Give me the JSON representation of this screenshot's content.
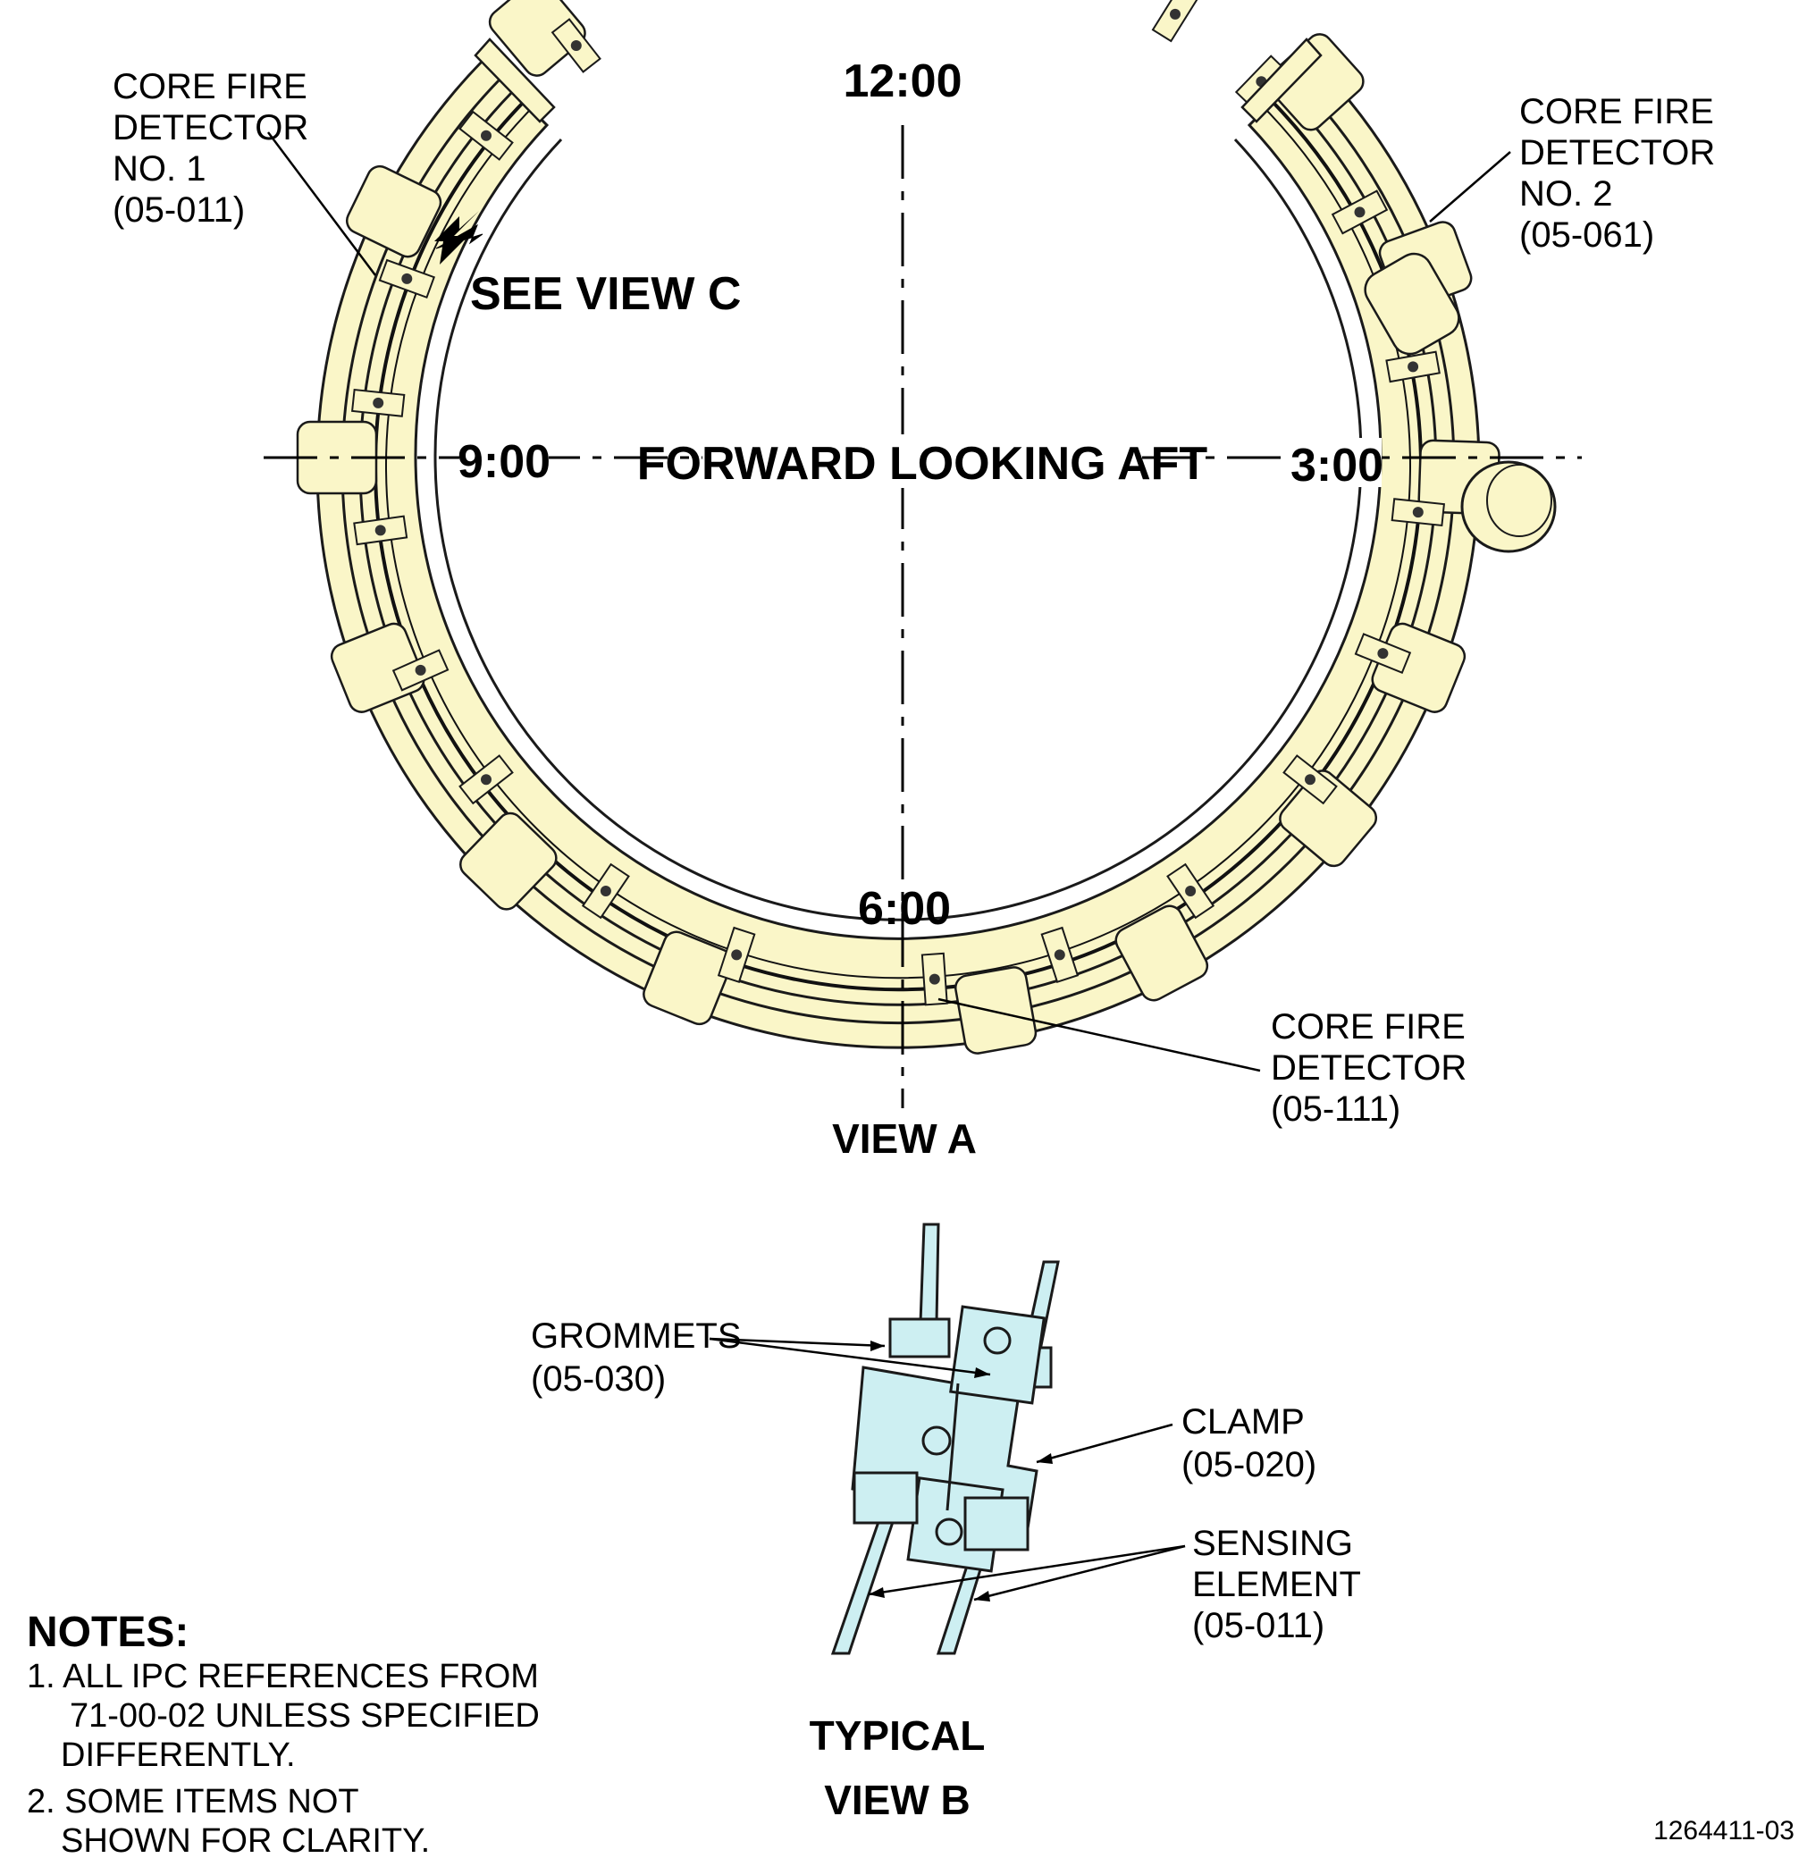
{
  "colors": {
    "ring_fill": "#faf6c8",
    "detail_fill": "#cdeff2",
    "ink": "#000000"
  },
  "view_a": {
    "clock_12": "12:00",
    "clock_3": "3:00",
    "clock_6": "6:00",
    "clock_9": "9:00",
    "center_label": "FORWARD LOOKING AFT",
    "see_view_c": "SEE VIEW C",
    "title": "VIEW A",
    "callouts": {
      "detector_1": [
        "CORE FIRE",
        "DETECTOR",
        "NO. 1",
        "(05-011)"
      ],
      "detector_2": [
        "CORE FIRE",
        "DETECTOR",
        "NO. 2",
        "(05-061)"
      ],
      "detector_3": [
        "CORE FIRE",
        "DETECTOR",
        "(05-111)"
      ]
    }
  },
  "view_b": {
    "title_line1": "TYPICAL",
    "title_line2": "VIEW B",
    "callouts": {
      "grommets": [
        "GROMMETS",
        "(05-030)"
      ],
      "clamp": [
        "CLAMP",
        "(05-020)"
      ],
      "sensing": [
        "SENSING",
        "ELEMENT",
        "(05-011)"
      ]
    }
  },
  "notes": {
    "heading": "NOTES:",
    "items": [
      [
        "1. ALL IPC REFERENCES FROM",
        "71-00-02 UNLESS SPECIFIED",
        "DIFFERENTLY."
      ],
      [
        "2. SOME ITEMS NOT",
        "SHOWN FOR CLARITY."
      ]
    ]
  },
  "figure_number": "1264411-03"
}
